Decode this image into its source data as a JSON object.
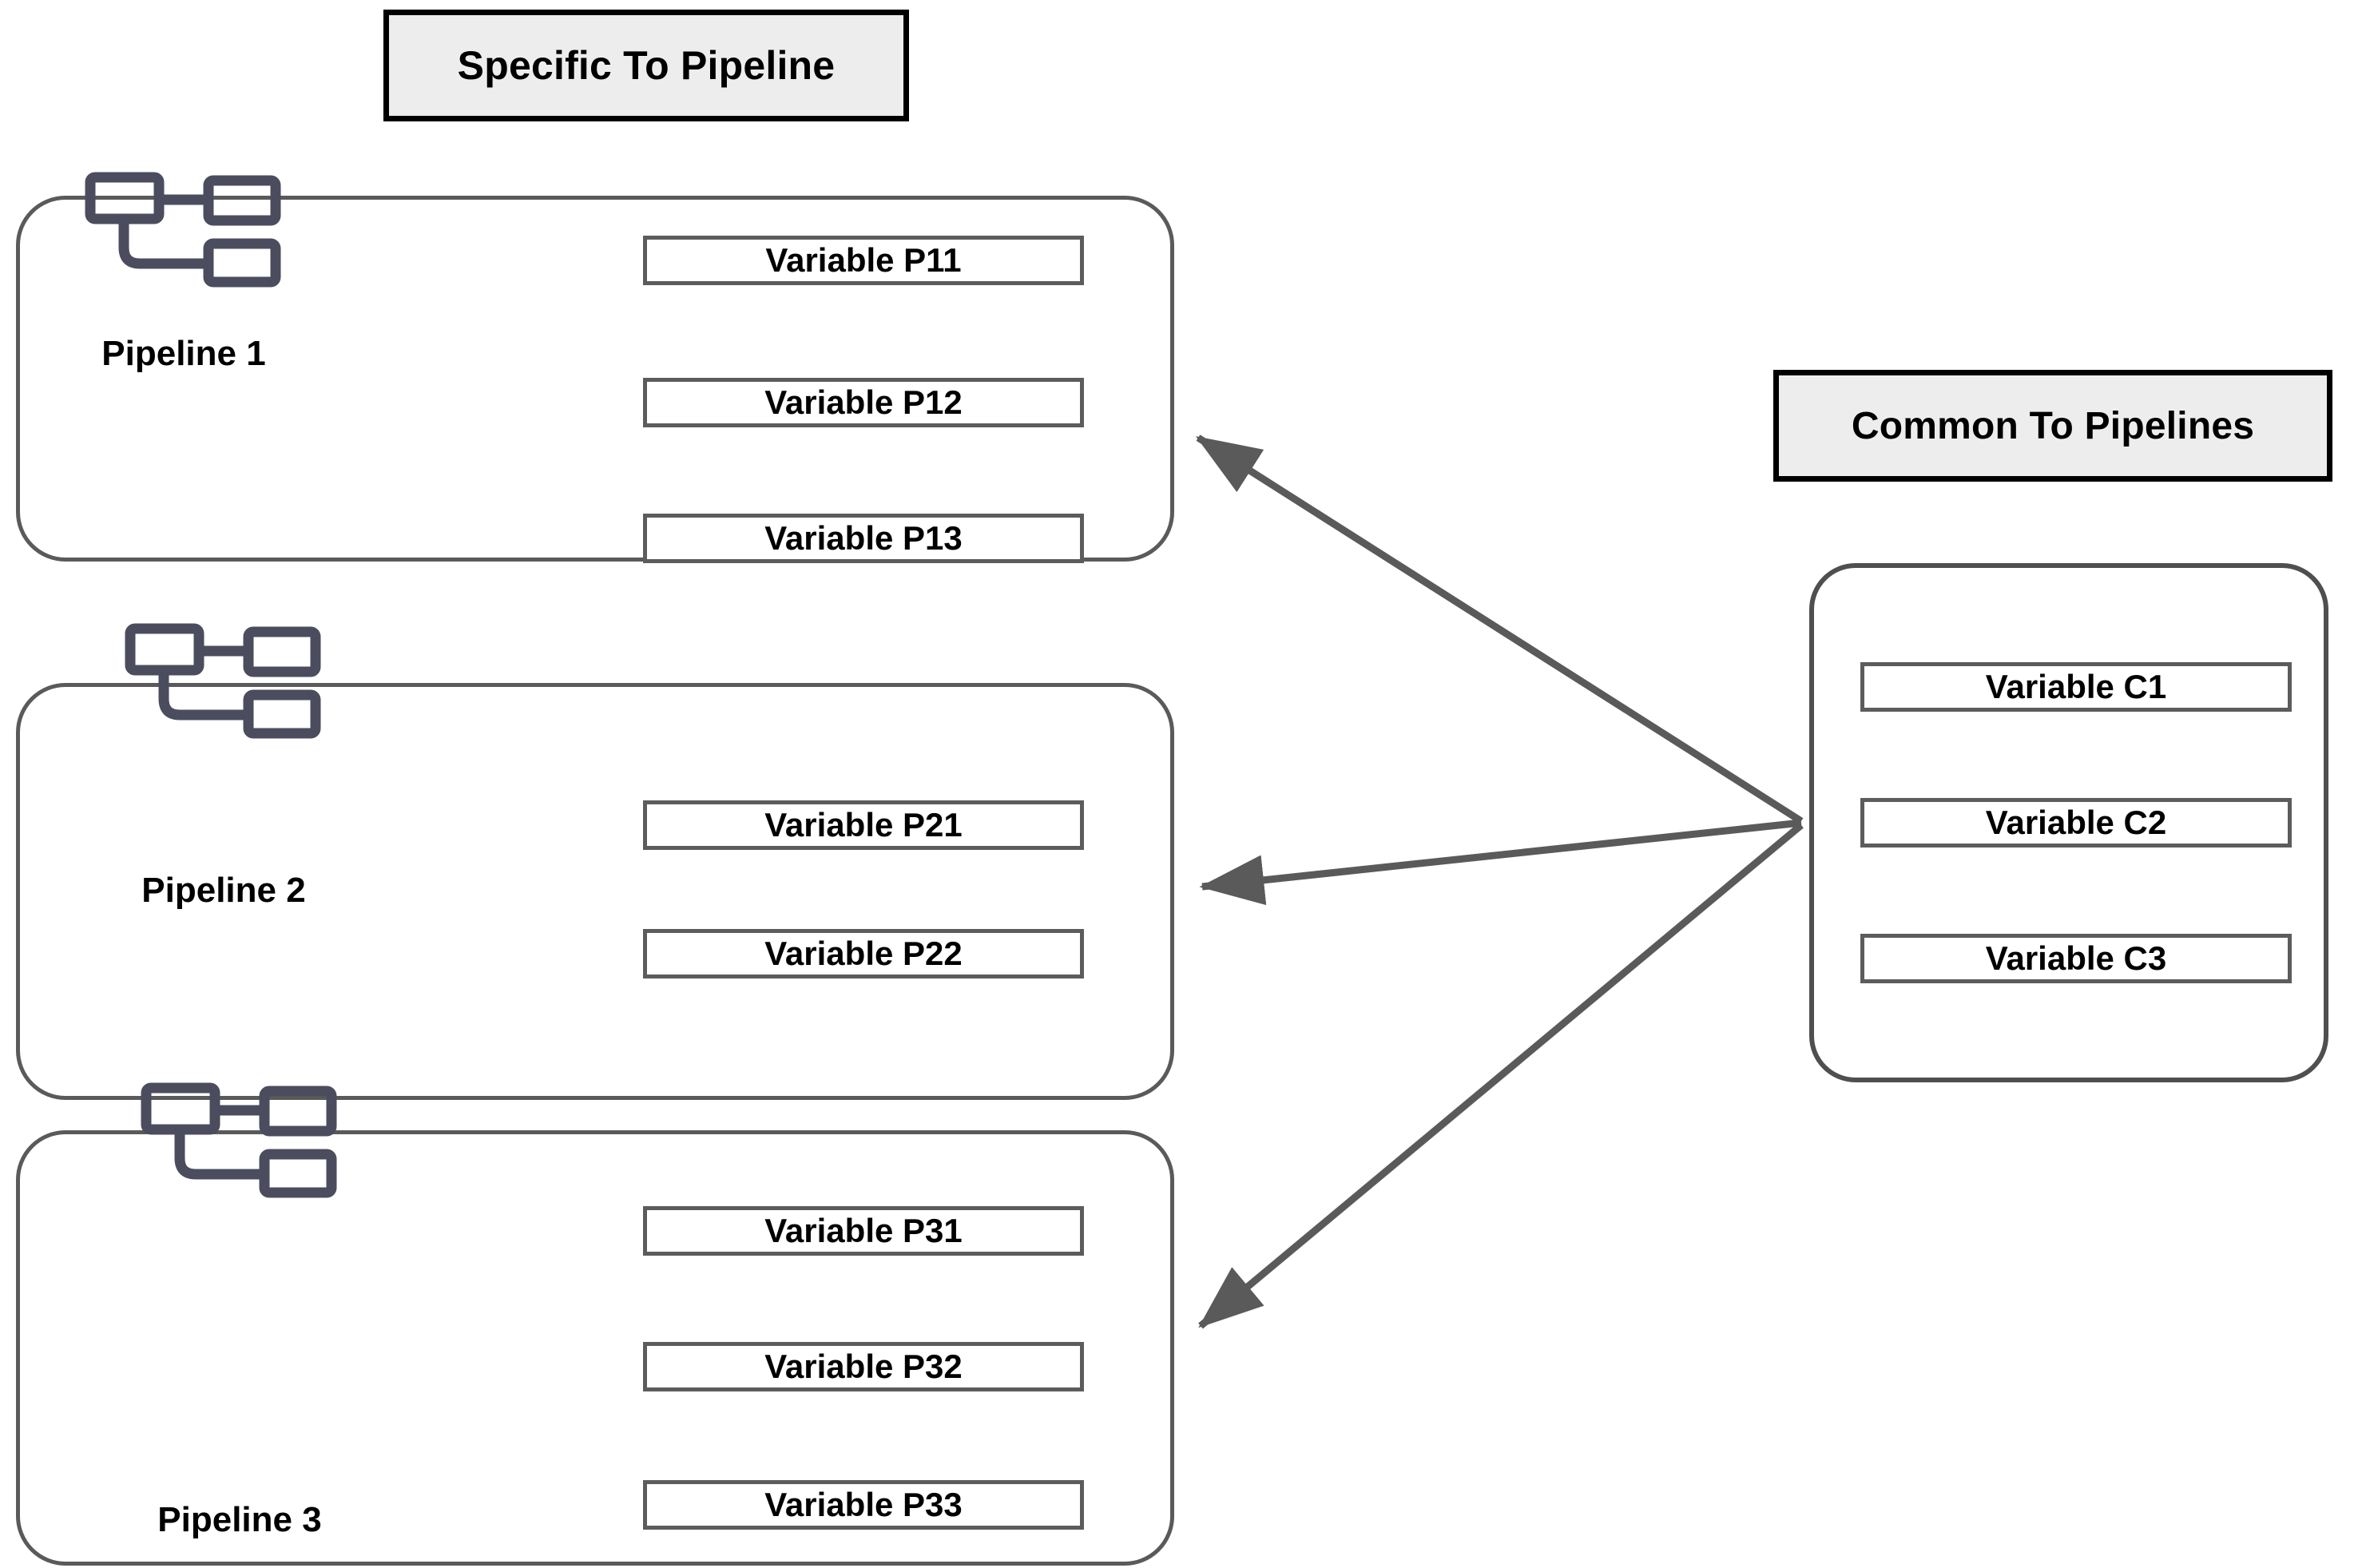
{
  "headers": {
    "specific": "Specific To Pipeline",
    "common": "Common To Pipelines"
  },
  "pipelines": [
    {
      "label": "Pipeline 1",
      "icon": "pipeline-flow-icon",
      "variables": [
        "Variable P11",
        "Variable P12",
        "Variable P13"
      ]
    },
    {
      "label": "Pipeline 2",
      "icon": "pipeline-flow-icon",
      "variables": [
        "Variable P21",
        "Variable P22"
      ]
    },
    {
      "label": "Pipeline 3",
      "icon": "pipeline-flow-icon",
      "variables": [
        "Variable P31",
        "Variable P32",
        "Variable P33"
      ]
    }
  ],
  "common_variables": [
    "Variable C1",
    "Variable C2",
    "Variable C3"
  ],
  "arrows": {
    "count": 3,
    "direction": "common-to-pipelines",
    "style": "solid-line-with-filled-arrowhead",
    "color": "#5a5a5a"
  },
  "colors": {
    "header_fill": "#ededed",
    "header_border": "#000000",
    "card_border": "#5a5a5a",
    "chip_border": "#5c5c5c",
    "icon_stroke": "#4b4d5e",
    "text": "#000000",
    "background": "#ffffff"
  }
}
